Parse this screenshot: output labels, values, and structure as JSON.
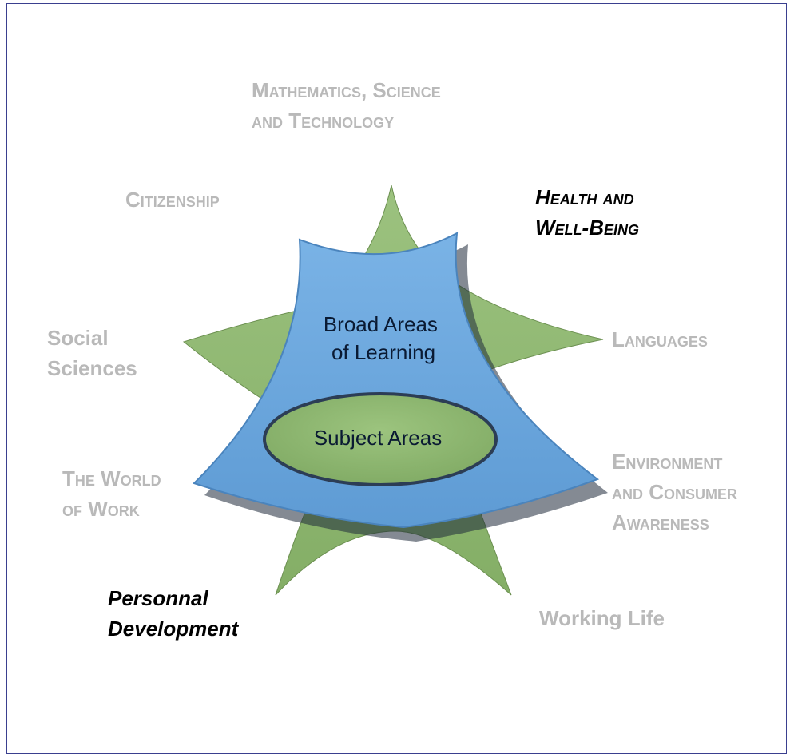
{
  "diagram": {
    "outer_label": "Broad Areas of Learning",
    "outer_label_lines": [
      "Broad Areas",
      "of Learning"
    ],
    "inner_label": "Subject Areas",
    "colors": {
      "star": "#8db56e",
      "outer_shape": "#6aa6dc",
      "inner_ellipse": "#8db56e",
      "frame": "#3a3f8f",
      "label_faded": "#b9b9b9",
      "label_highlight": "#000000"
    }
  },
  "labels": {
    "math": [
      "Mathematics, Science",
      "and Technology"
    ],
    "citizenship": [
      "Citizenship"
    ],
    "health": [
      "Health and",
      "Well-Being"
    ],
    "social": [
      "Social",
      "Sciences"
    ],
    "languages": [
      "Languages"
    ],
    "world_of_work": [
      "The World",
      "of Work"
    ],
    "environment": [
      "Environment",
      "and Consumer",
      "Awareness"
    ],
    "personal": [
      "Personnal",
      "Development"
    ],
    "working_life": [
      "Working Life"
    ]
  }
}
